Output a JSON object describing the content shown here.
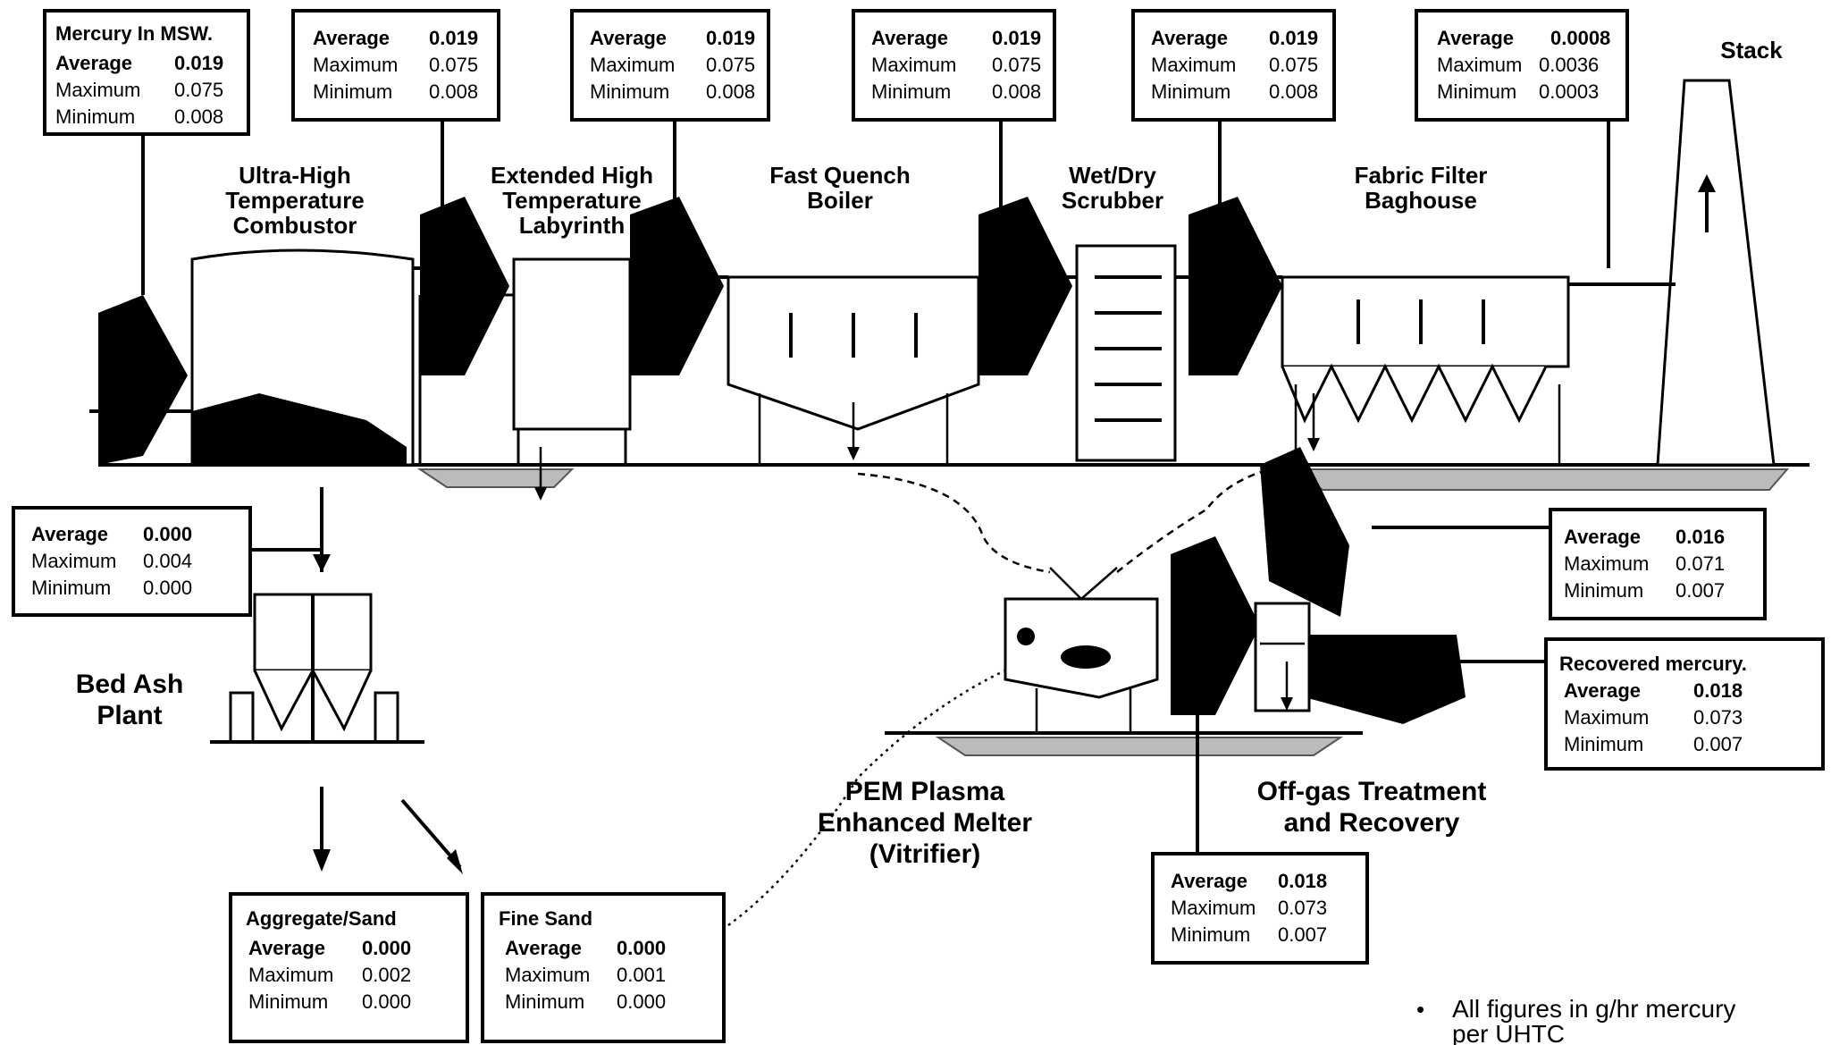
{
  "boxes": {
    "msw": {
      "title": "Mercury In MSW.",
      "r1": [
        "Average",
        "0.019"
      ],
      "r2": [
        "Maximum",
        "0.075"
      ],
      "r3": [
        "Minimum",
        "0.008"
      ]
    },
    "b1": {
      "r1": [
        "Average",
        "0.019"
      ],
      "r2": [
        "Maximum",
        "0.075"
      ],
      "r3": [
        "Minimum",
        "0.008"
      ]
    },
    "b2": {
      "r1": [
        "Average",
        "0.019"
      ],
      "r2": [
        "Maximum",
        "0.075"
      ],
      "r3": [
        "Minimum",
        "0.008"
      ]
    },
    "b3": {
      "r1": [
        "Average",
        "0.019"
      ],
      "r2": [
        "Maximum",
        "0.075"
      ],
      "r3": [
        "Minimum",
        "0.008"
      ]
    },
    "b4": {
      "r1": [
        "Average",
        "0.019"
      ],
      "r2": [
        "Maximum",
        "0.075"
      ],
      "r3": [
        "Minimum",
        "0.008"
      ]
    },
    "b5": {
      "r1": [
        "Average",
        "0.0008"
      ],
      "r2": [
        "Maximum",
        "0.0036"
      ],
      "r3": [
        "Minimum",
        "0.0003"
      ]
    },
    "bedash": {
      "r1": [
        "Average",
        "0.000"
      ],
      "r2": [
        "Maximum",
        "0.004"
      ],
      "r3": [
        "Minimum",
        "0.000"
      ]
    },
    "offgas_in": {
      "r1": [
        "Average",
        "0.016"
      ],
      "r2": [
        "Maximum",
        "0.071"
      ],
      "r3": [
        "Minimum",
        "0.007"
      ]
    },
    "recovered": {
      "title": "Recovered mercury.",
      "r1": [
        "Average",
        "0.018"
      ],
      "r2": [
        "Maximum",
        "0.073"
      ],
      "r3": [
        "Minimum",
        "0.007"
      ]
    },
    "offgas_out": {
      "r1": [
        "Average",
        "0.018"
      ],
      "r2": [
        "Maximum",
        "0.073"
      ],
      "r3": [
        "Minimum",
        "0.007"
      ]
    },
    "aggregate": {
      "title": "Aggregate/Sand",
      "r1": [
        "Average",
        "0.000"
      ],
      "r2": [
        "Maximum",
        "0.002"
      ],
      "r3": [
        "Minimum",
        "0.000"
      ]
    },
    "fines": {
      "title": "Fine Sand",
      "r1": [
        "Average",
        "0.000"
      ],
      "r2": [
        "Maximum",
        "0.001"
      ],
      "r3": [
        "Minimum",
        "0.000"
      ]
    }
  },
  "labels": {
    "uhtc": [
      "Ultra-High",
      "Temperature",
      "Combustor"
    ],
    "labyrinth": [
      "Extended High",
      "Temperature",
      "Labyrinth"
    ],
    "boiler": [
      "Fast Quench",
      "Boiler"
    ],
    "scrubber": [
      "Wet/Dry",
      "Scrubber"
    ],
    "baghouse": [
      "Fabric Filter",
      "Baghouse"
    ],
    "stack": "Stack",
    "bedash": [
      "Bed Ash",
      "Plant"
    ],
    "pem": [
      "PEM Plasma",
      "Enhanced Melter",
      "(Vitrifier)"
    ],
    "offgas": [
      "Off-gas Treatment",
      "and Recovery"
    ]
  },
  "note": {
    "bullet": "•",
    "line1": "All figures in g/hr mercury",
    "line2": "per UHTC"
  }
}
